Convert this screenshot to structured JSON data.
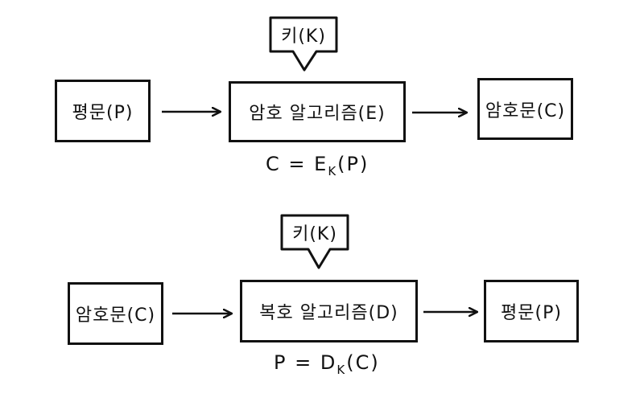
{
  "encryption": {
    "key_label": "키(K)",
    "input_label": "평문(P)",
    "algorithm_label": "암호 알고리즘(E)",
    "output_label": "암호문(C)",
    "formula": {
      "lhs": "C",
      "eq": "=",
      "func": "E",
      "sub": "K",
      "arg": "(P)"
    }
  },
  "decryption": {
    "key_label": "키(K)",
    "input_label": "암호문(C)",
    "algorithm_label": "복호 알고리즘(D)",
    "output_label": "평문(P)",
    "formula": {
      "lhs": "P",
      "eq": "=",
      "func": "D",
      "sub": "K",
      "arg": "(C)"
    }
  }
}
